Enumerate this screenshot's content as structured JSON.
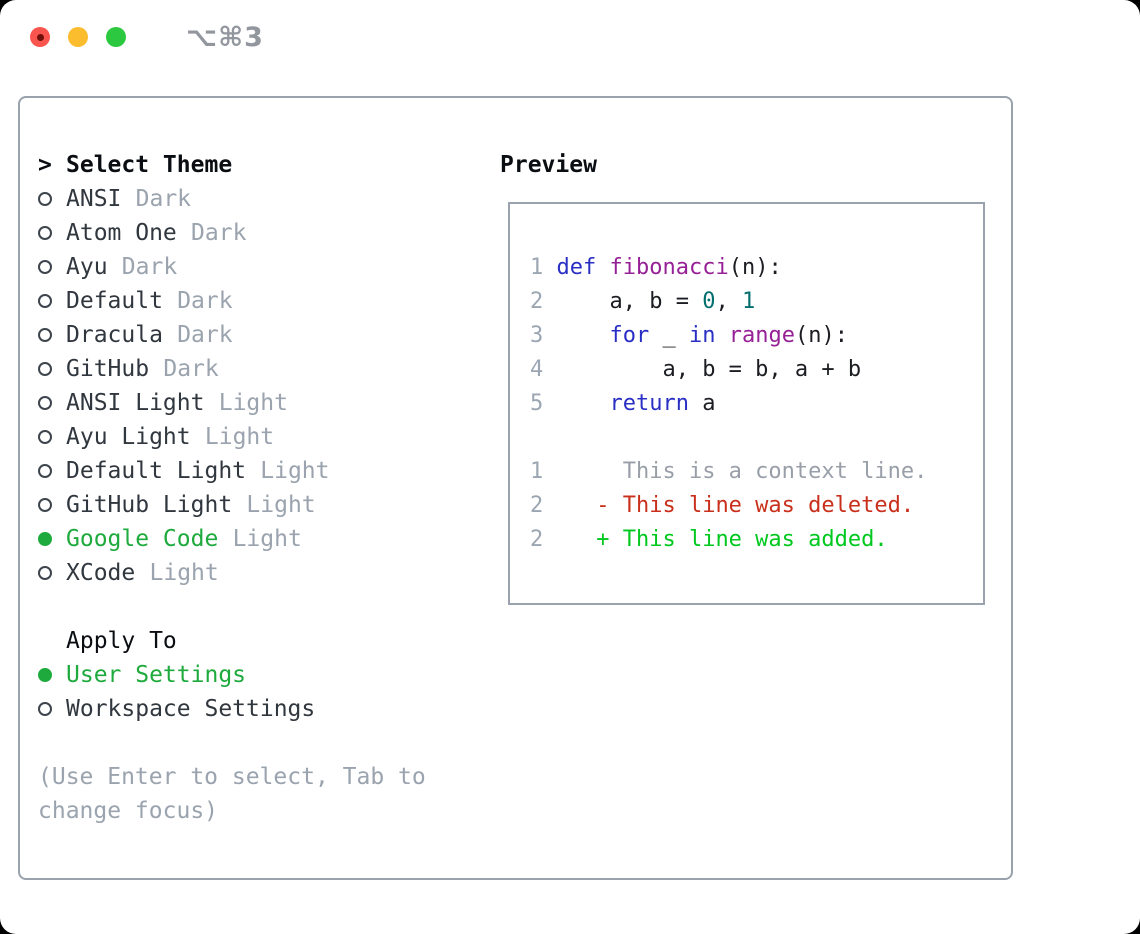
{
  "window": {
    "title": "⌥⌘3",
    "traffic_lights": [
      "close",
      "minimize",
      "zoom"
    ]
  },
  "colors": {
    "accent_green": "#1eaa3c",
    "keyword_blue": "#2a2fc4",
    "function_purple": "#962196",
    "literal_teal": "#066e6e",
    "deleted_red": "#c9301c",
    "added_green": "#00c81e",
    "muted_gray": "#9aa3ae",
    "border_gray": "#99a2ad"
  },
  "theme_picker": {
    "cursor": ">",
    "header": "Select Theme",
    "themes": [
      {
        "name": "ANSI",
        "variant": "Dark",
        "selected": false
      },
      {
        "name": "Atom One",
        "variant": "Dark",
        "selected": false
      },
      {
        "name": "Ayu",
        "variant": "Dark",
        "selected": false
      },
      {
        "name": "Default",
        "variant": "Dark",
        "selected": false
      },
      {
        "name": "Dracula",
        "variant": "Dark",
        "selected": false
      },
      {
        "name": "GitHub",
        "variant": "Dark",
        "selected": false
      },
      {
        "name": "ANSI Light",
        "variant": "Light",
        "selected": false
      },
      {
        "name": "Ayu Light",
        "variant": "Light",
        "selected": false
      },
      {
        "name": "Default Light",
        "variant": "Light",
        "selected": false
      },
      {
        "name": "GitHub Light",
        "variant": "Light",
        "selected": false
      },
      {
        "name": "Google Code",
        "variant": "Light",
        "selected": true
      },
      {
        "name": "XCode",
        "variant": "Light",
        "selected": false
      }
    ],
    "apply_to": {
      "header": "Apply To",
      "options": [
        {
          "label": "User Settings",
          "selected": true
        },
        {
          "label": "Workspace Settings",
          "selected": false
        }
      ]
    },
    "hint": "(Use Enter to select, Tab to change focus)"
  },
  "preview": {
    "header": "Preview",
    "code_lines": [
      {
        "num": "1",
        "segments": [
          {
            "t": "def ",
            "c": "kw"
          },
          {
            "t": "fibonacci",
            "c": "fn"
          },
          {
            "t": "(n):",
            "c": "pln"
          }
        ]
      },
      {
        "num": "2",
        "segments": [
          {
            "t": "    a, b = ",
            "c": "pln"
          },
          {
            "t": "0",
            "c": "lit"
          },
          {
            "t": ", ",
            "c": "pln"
          },
          {
            "t": "1",
            "c": "lit"
          }
        ]
      },
      {
        "num": "3",
        "segments": [
          {
            "t": "    ",
            "c": "pln"
          },
          {
            "t": "for",
            "c": "kw"
          },
          {
            "t": " _ ",
            "c": "pln"
          },
          {
            "t": "in",
            "c": "kw"
          },
          {
            "t": " ",
            "c": "pln"
          },
          {
            "t": "range",
            "c": "fn"
          },
          {
            "t": "(n):",
            "c": "pln"
          }
        ]
      },
      {
        "num": "4",
        "segments": [
          {
            "t": "        a, b = b, a + b",
            "c": "pln"
          }
        ]
      },
      {
        "num": "5",
        "segments": [
          {
            "t": "    ",
            "c": "pln"
          },
          {
            "t": "return",
            "c": "kw"
          },
          {
            "t": " a",
            "c": "pln"
          }
        ]
      },
      {
        "num": "",
        "segments": []
      },
      {
        "num": "1",
        "segments": [
          {
            "t": "     This is a context line.",
            "c": "ctx"
          }
        ]
      },
      {
        "num": "2",
        "segments": [
          {
            "t": "   - This line was deleted.",
            "c": "del"
          }
        ]
      },
      {
        "num": "2",
        "segments": [
          {
            "t": "   + This line was added.",
            "c": "add"
          }
        ]
      }
    ]
  }
}
